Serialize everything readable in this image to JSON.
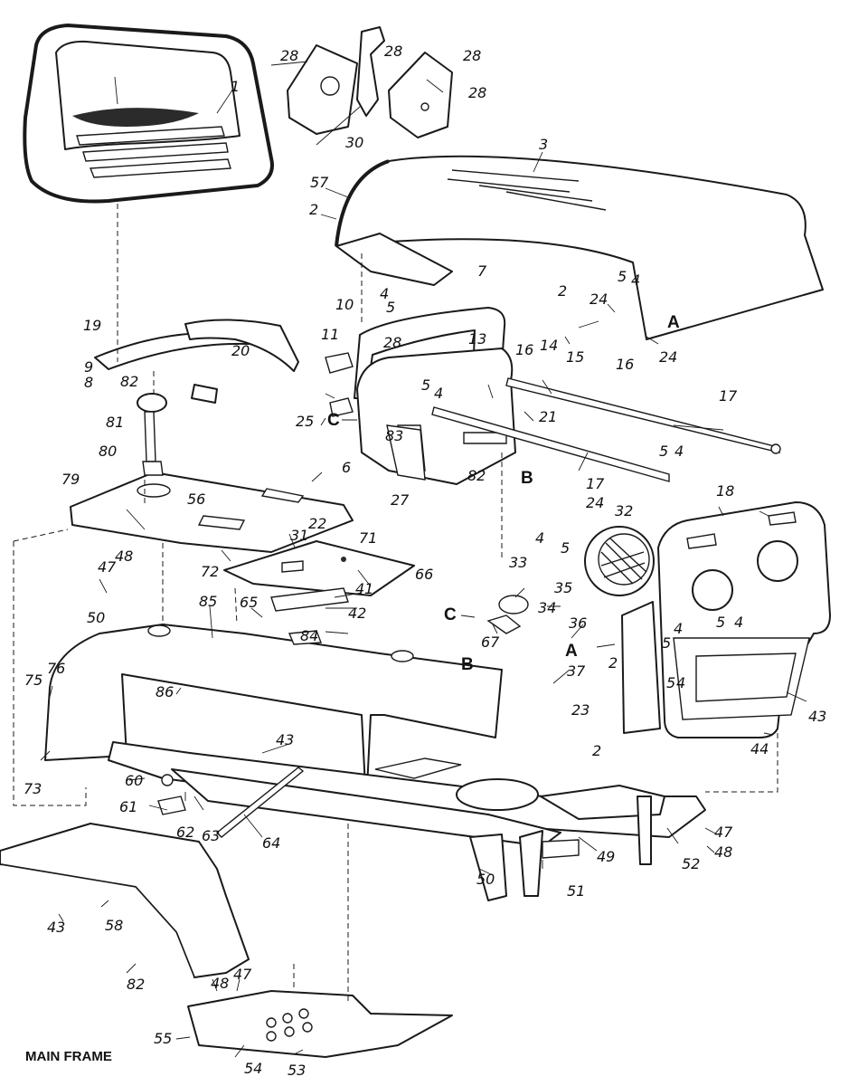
{
  "diagram": {
    "title": "MAIN FRAME",
    "letter_markers": [
      "A",
      "B",
      "C"
    ],
    "part_numbers": [
      "1",
      "2",
      "3",
      "4",
      "5",
      "6",
      "7",
      "8",
      "9",
      "10",
      "11",
      "13",
      "14",
      "15",
      "16",
      "17",
      "18",
      "19",
      "20",
      "21",
      "22",
      "23",
      "24",
      "25",
      "27",
      "28",
      "30",
      "31",
      "32",
      "33",
      "34",
      "35",
      "36",
      "37",
      "41",
      "42",
      "43",
      "44",
      "47",
      "48",
      "49",
      "50",
      "51",
      "52",
      "53",
      "54",
      "55",
      "56",
      "57",
      "58",
      "60",
      "61",
      "62",
      "63",
      "64",
      "65",
      "66",
      "67",
      "71",
      "72",
      "73",
      "75",
      "76",
      "79",
      "80",
      "81",
      "82",
      "83",
      "84",
      "85",
      "86"
    ]
  }
}
